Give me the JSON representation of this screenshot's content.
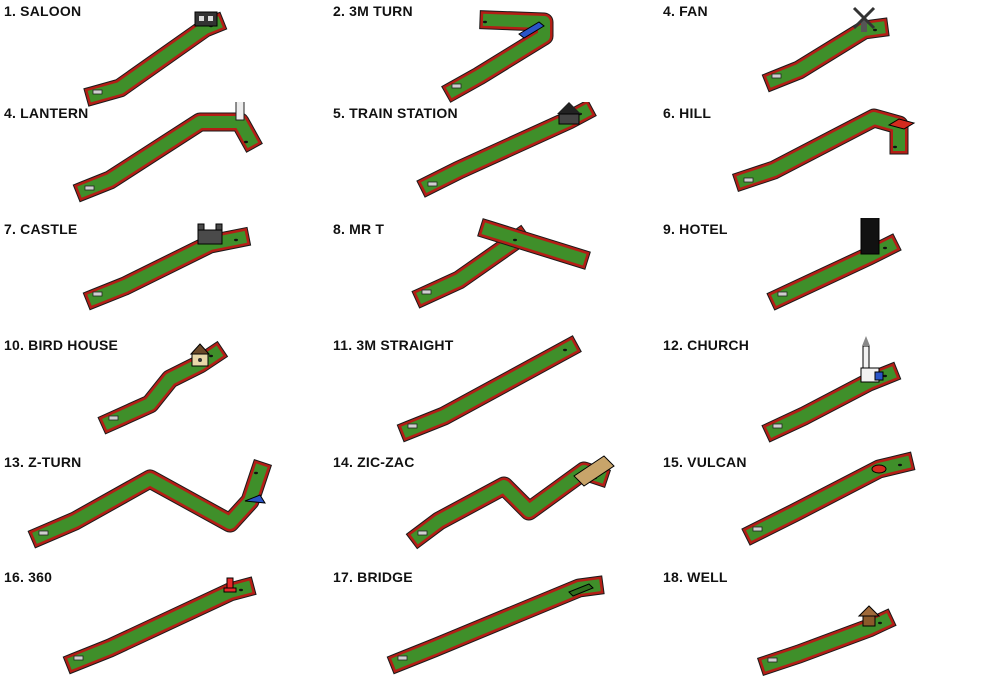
{
  "colors": {
    "green": "#3f8f2a",
    "green_dark": "#2e6e1d",
    "rail": "#b41e16",
    "outline": "#1a1a1a",
    "water": "#2a55c8",
    "sand": "#c8a46a"
  },
  "holes": [
    {
      "label": "1. SALOON",
      "obstacle": "saloon-building"
    },
    {
      "label": "2. 3M TURN",
      "obstacle": "blue-ramp"
    },
    {
      "label": "4. FAN",
      "obstacle": "windmill"
    },
    {
      "label": "4. LANTERN",
      "obstacle": "lighthouse"
    },
    {
      "label": "5. TRAIN STATION",
      "obstacle": "station-building"
    },
    {
      "label": "6. HILL",
      "obstacle": "red-hill"
    },
    {
      "label": "7. CASTLE",
      "obstacle": "castle"
    },
    {
      "label": "8. MR T",
      "obstacle": "t-junction"
    },
    {
      "label": "9. HOTEL",
      "obstacle": "hotel-tower"
    },
    {
      "label": "10. BIRD HOUSE",
      "obstacle": "birdhouse"
    },
    {
      "label": "11. 3M STRAIGHT",
      "obstacle": "straight"
    },
    {
      "label": "12. CHURCH",
      "obstacle": "church"
    },
    {
      "label": "13. Z-TURN",
      "obstacle": "z-turn"
    },
    {
      "label": "14. ZIC-ZAC",
      "obstacle": "zigzag-ramps"
    },
    {
      "label": "15. VULCAN",
      "obstacle": "volcano-hole"
    },
    {
      "label": "16. 360",
      "obstacle": "loop"
    },
    {
      "label": "17. BRIDGE",
      "obstacle": "bridge"
    },
    {
      "label": "18. WELL",
      "obstacle": "well"
    }
  ]
}
